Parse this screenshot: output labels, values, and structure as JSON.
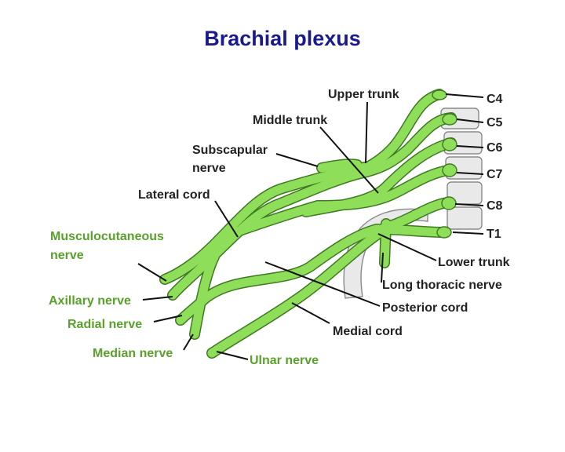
{
  "title": "Brachial plexus",
  "colors": {
    "title": "#1a1a8c",
    "nerve_fill": "#8ede5a",
    "nerve_outline": "#3e7a22",
    "label_dark": "#222222",
    "label_green": "#5aa02c",
    "bone": "#e9e9e9"
  },
  "labels": {
    "upper_trunk": "Upper trunk",
    "middle_trunk": "Middle trunk",
    "subscapular_1": "Subscapular",
    "subscapular_2": "nerve",
    "lateral_cord": "Lateral cord",
    "musculocutaneous_1": "Musculocutaneous",
    "musculocutaneous_2": "nerve",
    "axillary": "Axillary nerve",
    "radial": "Radial nerve",
    "median": "Median nerve",
    "ulnar": "Ulnar nerve",
    "medial_cord": "Medial cord",
    "posterior_cord": "Posterior cord",
    "long_thoracic": "Long thoracic nerve",
    "lower_trunk": "Lower trunk",
    "c4": "C4",
    "c5": "C5",
    "c6": "C6",
    "c7": "C7",
    "c8": "C8",
    "t1": "T1"
  }
}
